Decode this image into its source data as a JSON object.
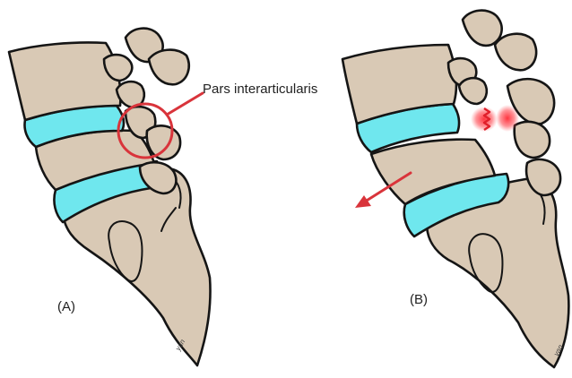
{
  "figure": {
    "annotation_label": "Pars interarticularis",
    "panel_a_label": "(A)",
    "panel_b_label": "(B)",
    "signature": "yan"
  },
  "colors": {
    "bone": "#d9c9b5",
    "disc": "#6fe7ee",
    "outline": "#151515",
    "highlight": "#d9343b",
    "fracture_glow": "#ff2a35"
  },
  "icons": {
    "pars_marker": "circle-outline",
    "slip_arrow": "arrow-down-left",
    "fracture": "red-glow-zigzag"
  }
}
